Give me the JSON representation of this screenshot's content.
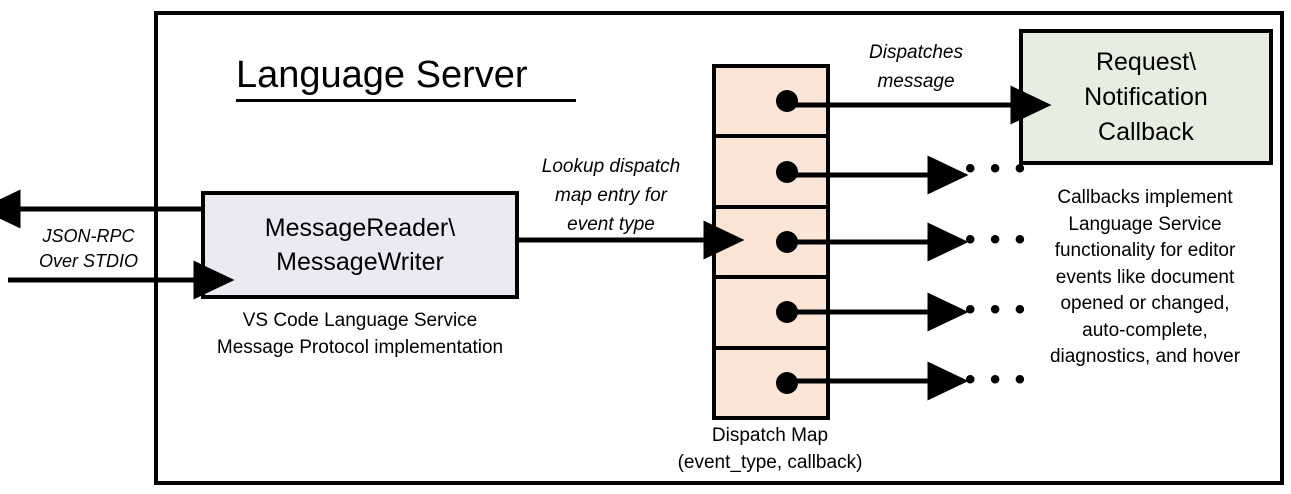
{
  "diagram": {
    "title": "Language Server",
    "frame_border_color": "#000000",
    "background": "#ffffff"
  },
  "message_rw": {
    "label": "MessageReader\\\nMessageWriter",
    "caption": "VS Code Language Service\nMessage Protocol implementation",
    "fill_color": "#EBE9F2"
  },
  "transport": {
    "label": "JSON-RPC\nOver STDIO",
    "outgoing_direction": "left",
    "incoming_direction": "right"
  },
  "lookup": {
    "label": "Lookup dispatch\nmap entry for\nevent type"
  },
  "dispatch_map": {
    "caption": "Dispatch Map\n(event_type, callback)",
    "fill_color": "#FBE5D6",
    "cell_count": 5,
    "cells": [
      {
        "dot": "filled-dot",
        "target": "callback-box"
      },
      {
        "dot": "filled-dot",
        "target": "ellipsis"
      },
      {
        "dot": "filled-dot",
        "target": "ellipsis"
      },
      {
        "dot": "filled-dot",
        "target": "ellipsis"
      },
      {
        "dot": "filled-dot",
        "target": "ellipsis"
      }
    ]
  },
  "dispatch_arrow": {
    "label": "Dispatches\nmessage"
  },
  "callback": {
    "label": "Request\\\nNotification\nCallback",
    "caption": "Callbacks implement\nLanguage Service\nfunctionality for editor\nevents like document\nopened or changed,\nauto-complete,\ndiagnostics, and hover",
    "fill_color": "#E8EEDF"
  },
  "ellipses": [
    {
      "text": "• • •"
    },
    {
      "text": "• • •"
    },
    {
      "text": "• • •"
    },
    {
      "text": "• • •"
    }
  ]
}
